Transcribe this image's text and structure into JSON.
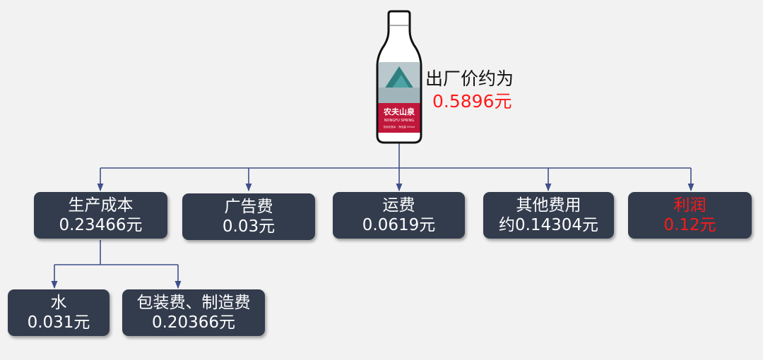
{
  "product": {
    "brand_cn": "农夫山泉",
    "brand_en": "NONGFU SPRING",
    "label_small": "饮用天然水 · 净含量 550ml",
    "colors": {
      "label": "#c0173a",
      "cap": "#ffffff",
      "scene": "#3a8f8f"
    }
  },
  "price": {
    "label": "出厂价约为",
    "value": "0.5896元",
    "value_color": "#ff1a1a"
  },
  "level1": [
    {
      "id": "production",
      "title": "生产成本",
      "value": "0.23466元"
    },
    {
      "id": "ads",
      "title": "广告费",
      "value": "0.03元"
    },
    {
      "id": "shipping",
      "title": "运费",
      "value": "0.0619元"
    },
    {
      "id": "other",
      "title": "其他费用",
      "value": "约0.14304元"
    },
    {
      "id": "profit",
      "title": "利润",
      "value": "0.12元"
    }
  ],
  "level2": [
    {
      "id": "water",
      "title": "水",
      "value": "0.031元"
    },
    {
      "id": "packaging",
      "title": "包装费、制造费",
      "value": "0.20366元"
    }
  ],
  "colors": {
    "node_bg": "#333c4d",
    "node_text": "#ffffff",
    "highlight": "#ff1a1a",
    "connector": "#3f4f8a"
  }
}
